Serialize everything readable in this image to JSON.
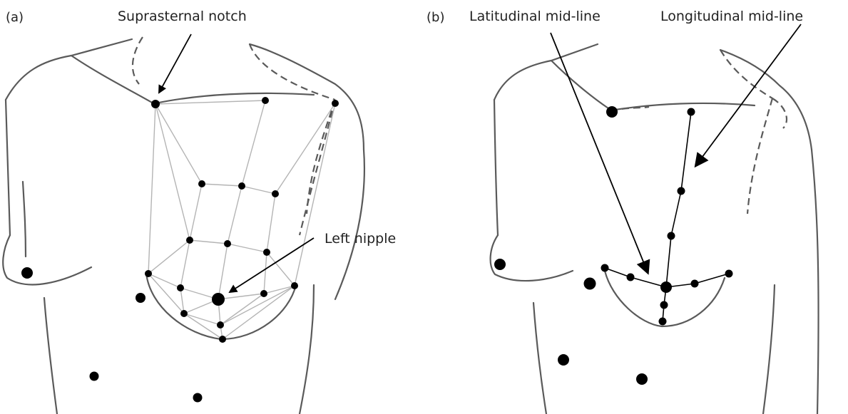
{
  "panel_a": {
    "label": "(a)",
    "annotations": {
      "suprasternal": "Suprasternal notch",
      "left_nipple": "Left nipple"
    }
  },
  "panel_b": {
    "label": "(b)",
    "annotations": {
      "latitudinal": "Latitudinal mid-line",
      "longitudinal": "Longitudinal mid-line"
    }
  },
  "colors": {
    "outline": "#5a5a5a",
    "mesh": "#b4b4b4",
    "marker": "#000000",
    "text": "#222222"
  }
}
